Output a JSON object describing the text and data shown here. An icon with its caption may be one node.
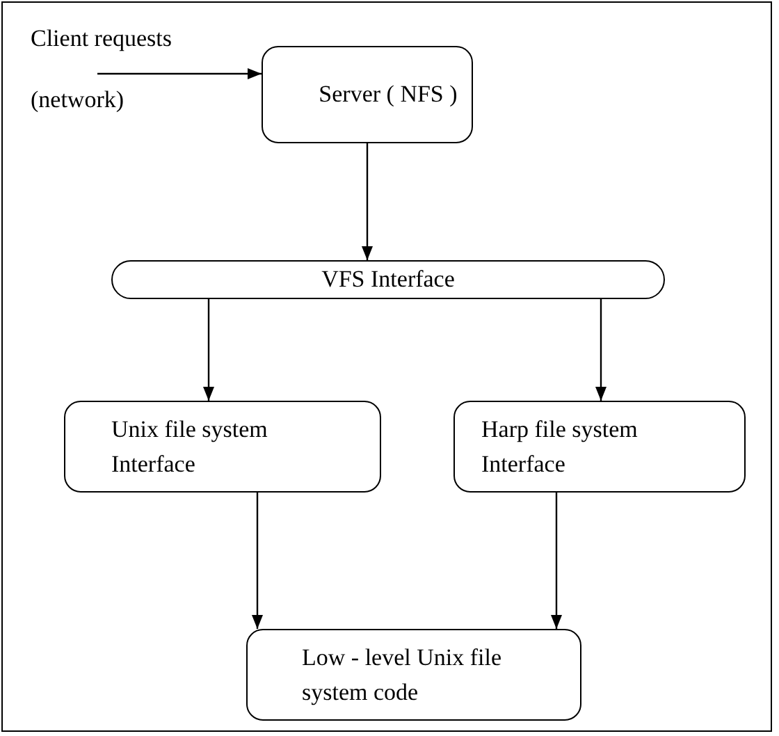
{
  "diagram": {
    "nodes": [
      {
        "text": [
          "Server ( NFS )"
        ]
      },
      {
        "text": [
          "VFS Interface"
        ]
      },
      {
        "text": [
          "Unix file system Interface"
        ]
      },
      {
        "text": [
          "Harp file system Interface"
        ]
      },
      {
        "text": [
          "Low - level Unix file system code"
        ]
      }
    ],
    "edges": [
      {
        "from": null,
        "to": 0,
        "arrow": "to"
      },
      {
        "from": 0,
        "to": 1,
        "arrow": "to"
      },
      {
        "from": 1,
        "to": 2,
        "arrow": "to"
      },
      {
        "from": 1,
        "to": 3,
        "arrow": "to"
      },
      {
        "from": 2,
        "to": 4,
        "arrow": "to"
      },
      {
        "from": 3,
        "to": 4,
        "arrow": "to"
      }
    ],
    "labels": [
      "Client requests",
      "(network)"
    ]
  }
}
